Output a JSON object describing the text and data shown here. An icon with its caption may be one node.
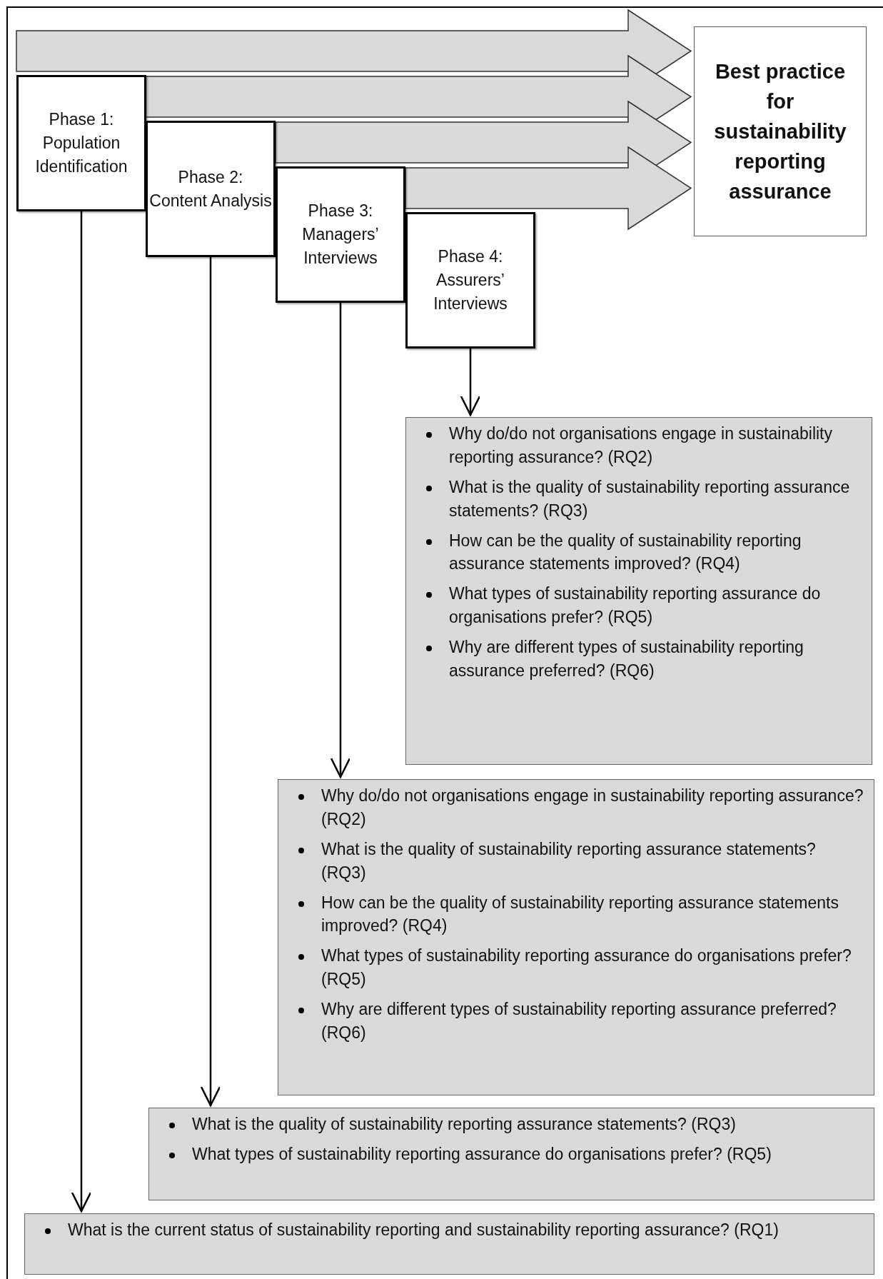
{
  "diagram": {
    "nodes": [
      {
        "text": [
          "Phase 1: Population Identification"
        ]
      },
      {
        "text": [
          "Phase 2: Content Analysis"
        ]
      },
      {
        "text": [
          "Phase 3: Managers’ Interviews"
        ]
      },
      {
        "text": [
          "Phase 4: Assurers’ Interviews"
        ]
      },
      {
        "text": [
          "Best practice for sustainability reporting assurance"
        ]
      },
      {
        "text": [
          "Why do/do not organisations engage in sustainability reporting assurance? (RQ2)",
          "What is the quality of sustainability reporting assurance statements? (RQ3)",
          "How can be the quality of sustainability reporting assurance statements improved? (RQ4)",
          "What types of sustainability reporting assurance do organisations prefer? (RQ5)",
          "Why are different types of sustainability reporting assurance preferred? (RQ6)"
        ]
      },
      {
        "text": [
          "Why do/do not organisations engage in sustainability reporting assurance? (RQ2)",
          "What is the quality of sustainability reporting assurance statements? (RQ3)",
          "How can be the quality of sustainability reporting assurance statements improved? (RQ4)",
          "What types of sustainability reporting assurance do organisations prefer? (RQ5)",
          "Why are different types of sustainability reporting assurance preferred? (RQ6)"
        ]
      },
      {
        "text": [
          "What is the quality of sustainability reporting assurance statements? (RQ3)",
          "What types of sustainability reporting assurance do organisations prefer? (RQ5)"
        ]
      },
      {
        "text": [
          "What is the current status of sustainability reporting and sustainability reporting assurance? (RQ1)"
        ]
      }
    ],
    "edges": [
      {
        "from": 0,
        "to": 4,
        "arrow": "to",
        "style": "thick"
      },
      {
        "from": 1,
        "to": 4,
        "arrow": "to",
        "style": "thick"
      },
      {
        "from": 2,
        "to": 4,
        "arrow": "to",
        "style": "thick"
      },
      {
        "from": 3,
        "to": 4,
        "arrow": "to",
        "style": "thick"
      },
      {
        "from": 3,
        "to": 5,
        "arrow": "to"
      },
      {
        "from": 2,
        "to": 6,
        "arrow": "to"
      },
      {
        "from": 1,
        "to": 7,
        "arrow": "to"
      },
      {
        "from": 0,
        "to": 8,
        "arrow": "to"
      }
    ]
  }
}
